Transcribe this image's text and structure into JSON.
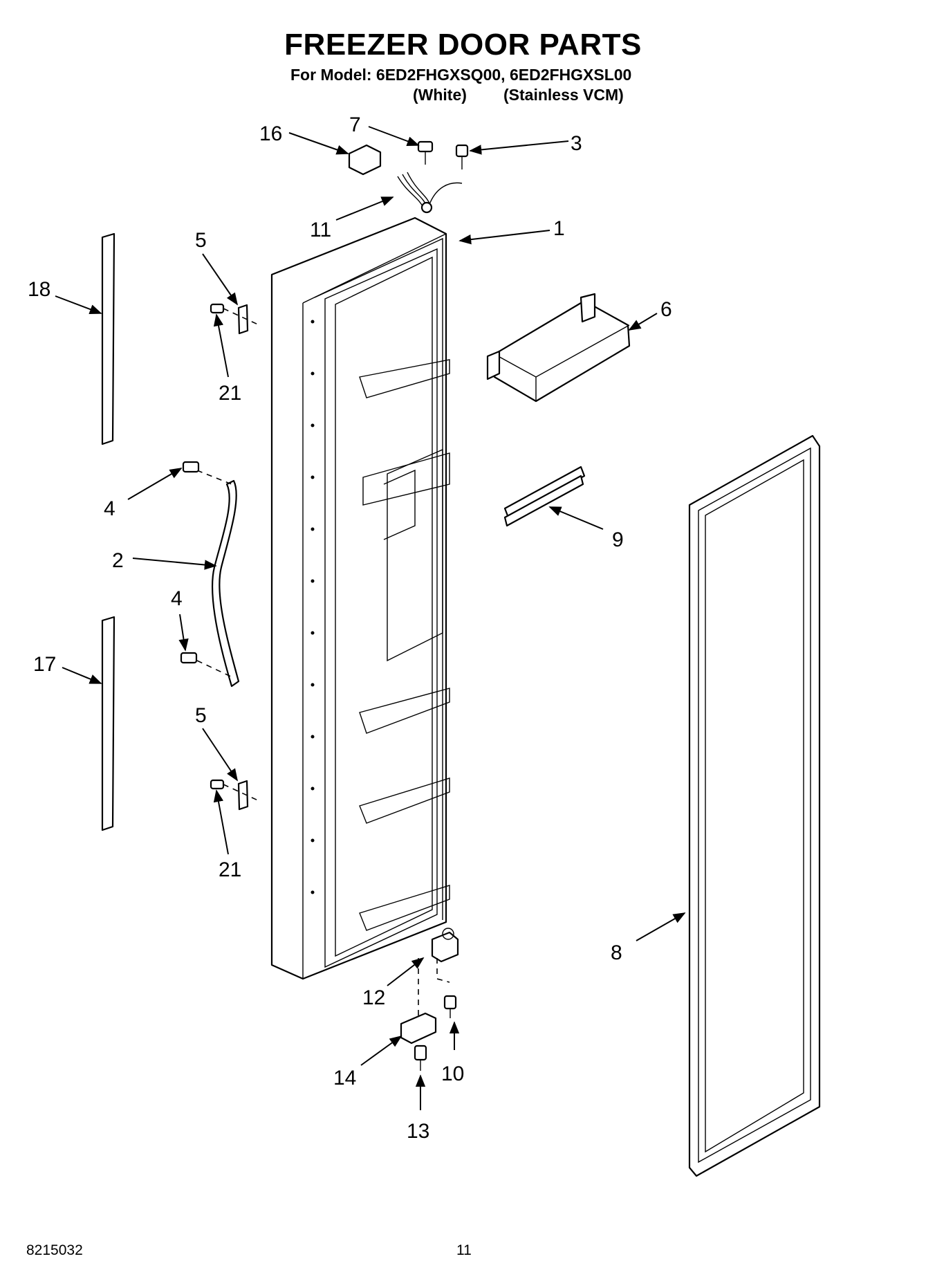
{
  "header": {
    "title": "FREEZER DOOR PARTS",
    "model_line": "For Model: 6ED2FHGXSQ00, 6ED2FHGXSL00",
    "variant_white": "(White)",
    "variant_stainless": "(Stainless VCM)"
  },
  "callouts": {
    "c1": "1",
    "c2": "2",
    "c3": "3",
    "c4a": "4",
    "c4b": "4",
    "c5a": "5",
    "c5b": "5",
    "c6": "6",
    "c7": "7",
    "c8": "8",
    "c9": "9",
    "c10": "10",
    "c11": "11",
    "c12": "12",
    "c13": "13",
    "c14": "14",
    "c16": "16",
    "c17": "17",
    "c18": "18",
    "c21a": "21",
    "c21b": "21"
  },
  "footer": {
    "doc_number": "8215032",
    "page_number": "11"
  }
}
